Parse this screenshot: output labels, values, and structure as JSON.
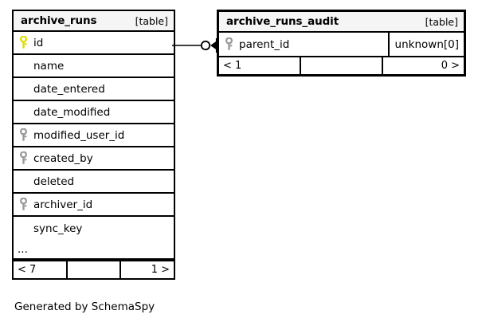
{
  "diagram": {
    "caption": "Generated by SchemaSpy",
    "colors": {
      "primary_key": "#dede00",
      "foreign_key": "#9a9a9a",
      "header_bg": "#f5f5f5",
      "border": "#000000",
      "background": "#ffffff"
    }
  },
  "tables": [
    {
      "name": "archive_runs",
      "kind": "[table]",
      "columns": [
        {
          "name": "id",
          "key": "primary",
          "type": ""
        },
        {
          "name": "name",
          "key": "none",
          "type": ""
        },
        {
          "name": "date_entered",
          "key": "none",
          "type": ""
        },
        {
          "name": "date_modified",
          "key": "none",
          "type": ""
        },
        {
          "name": "modified_user_id",
          "key": "foreign",
          "type": ""
        },
        {
          "name": "created_by",
          "key": "foreign",
          "type": ""
        },
        {
          "name": "deleted",
          "key": "none",
          "type": ""
        },
        {
          "name": "archiver_id",
          "key": "foreign",
          "type": ""
        },
        {
          "name": "sync_key",
          "key": "none",
          "type": ""
        }
      ],
      "more_indicator": "...",
      "footer": {
        "left": "< 7",
        "middle": "",
        "right": "1 >"
      }
    },
    {
      "name": "archive_runs_audit",
      "kind": "[table]",
      "columns": [
        {
          "name": "parent_id",
          "key": "foreign",
          "type": "unknown[0]"
        }
      ],
      "more_indicator": "",
      "footer": {
        "left": "< 1",
        "middle": "",
        "right": "0 >"
      }
    }
  ],
  "relationship": {
    "from_table": "archive_runs",
    "from_column": "id",
    "to_table": "archive_runs_audit",
    "to_column": "parent_id",
    "source_cardinality": "zero-or-one",
    "target_cardinality": "many"
  }
}
